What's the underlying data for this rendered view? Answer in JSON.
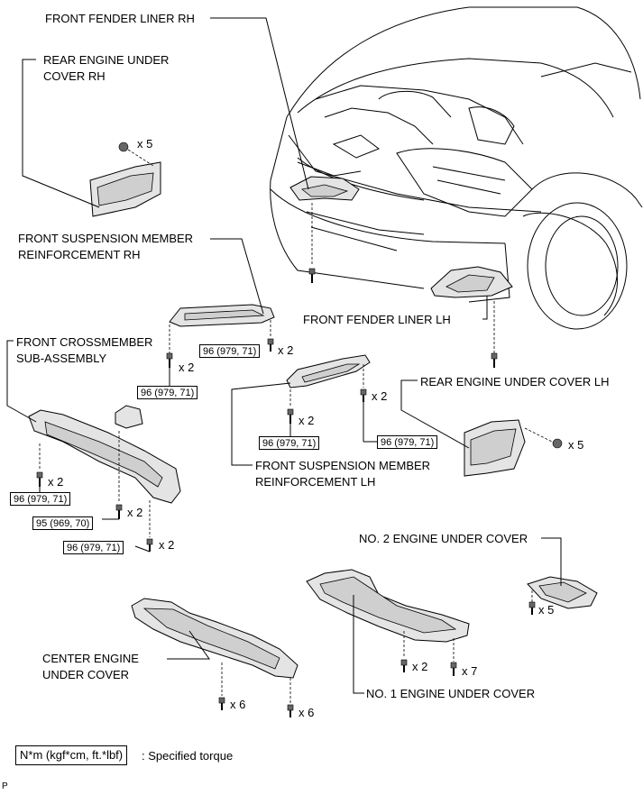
{
  "labels": {
    "front_fender_liner_rh": "FRONT FENDER LINER RH",
    "rear_engine_under_cover_rh_line1": "REAR ENGINE UNDER",
    "rear_engine_under_cover_rh_line2": "COVER RH",
    "front_suspension_member_reinforcement_rh_line1": "FRONT SUSPENSION MEMBER",
    "front_suspension_member_reinforcement_rh_line2": "REINFORCEMENT RH",
    "front_fender_liner_lh": "FRONT FENDER LINER LH",
    "front_crossmember_sub_assembly_line1": "FRONT CROSSMEMBER",
    "front_crossmember_sub_assembly_line2": "SUB-ASSEMBLY",
    "rear_engine_under_cover_lh": "REAR ENGINE UNDER COVER LH",
    "front_suspension_member_reinforcement_lh_line1": "FRONT SUSPENSION MEMBER",
    "front_suspension_member_reinforcement_lh_line2": "REINFORCEMENT LH",
    "no2_engine_under_cover": "NO. 2 ENGINE UNDER COVER",
    "center_engine_under_cover_line1": "CENTER ENGINE",
    "center_engine_under_cover_line2": "UNDER COVER",
    "no1_engine_under_cover": "NO. 1 ENGINE UNDER COVER"
  },
  "quantities": {
    "rear_rh_nut": "x 5",
    "reinf_rh_bolt_right": "x 2",
    "reinf_rh_bolt_left": "x 2",
    "reinf_lh_bolt_right": "x 2",
    "reinf_lh_bolt_left": "x 2",
    "rear_lh_nut": "x 5",
    "crossmember_bolt_a": "x 2",
    "crossmember_bolt_b": "x 2",
    "crossmember_bolt_c": "x 2",
    "no2_cover_bolt": "x 5",
    "no1_cover_bolt_a": "x 2",
    "no1_cover_bolt_b": "x 7",
    "center_cover_bolt_a": "x 6",
    "center_cover_bolt_b": "x 6"
  },
  "torques": {
    "reinf_rh_right": "96 (979, 71)",
    "reinf_rh_left": "96 (979, 71)",
    "reinf_lh_left": "96 (979, 71)",
    "reinf_lh_right": "96 (979, 71)",
    "crossmember_a": "96 (979, 71)",
    "crossmember_b": "95 (969, 70)",
    "crossmember_c": "96 (979, 71)"
  },
  "legend": {
    "unit": "N*m (kgf*cm, ft.*lbf)",
    "description": ": Specified torque"
  },
  "page_mark": "P"
}
